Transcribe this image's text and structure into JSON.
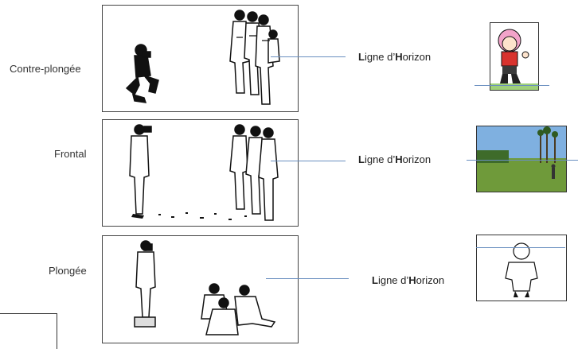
{
  "rows": [
    {
      "label": "Contre-plongée",
      "horizon": {
        "first_letter": "L",
        "part1": "igne d’",
        "bold_letter": "H",
        "part2": "orizon"
      },
      "thumbnail_icon": "cartoon-girl-icon"
    },
    {
      "label": "Frontal",
      "horizon": {
        "first_letter": "L",
        "part1": "igne d’",
        "bold_letter": "H",
        "part2": "orizon"
      },
      "thumbnail_icon": "landscape-photo-icon"
    },
    {
      "label": "Plongée",
      "horizon": {
        "first_letter": "L",
        "part1": "igne d’",
        "bold_letter": "H",
        "part2": "orizon"
      },
      "thumbnail_icon": "man-from-above-icon"
    }
  ],
  "colors": {
    "horizon_line": "#6a8fc0",
    "sketch_ink": "#111111",
    "sky": "#7fb0e0",
    "grass": "#6f9a3a"
  }
}
